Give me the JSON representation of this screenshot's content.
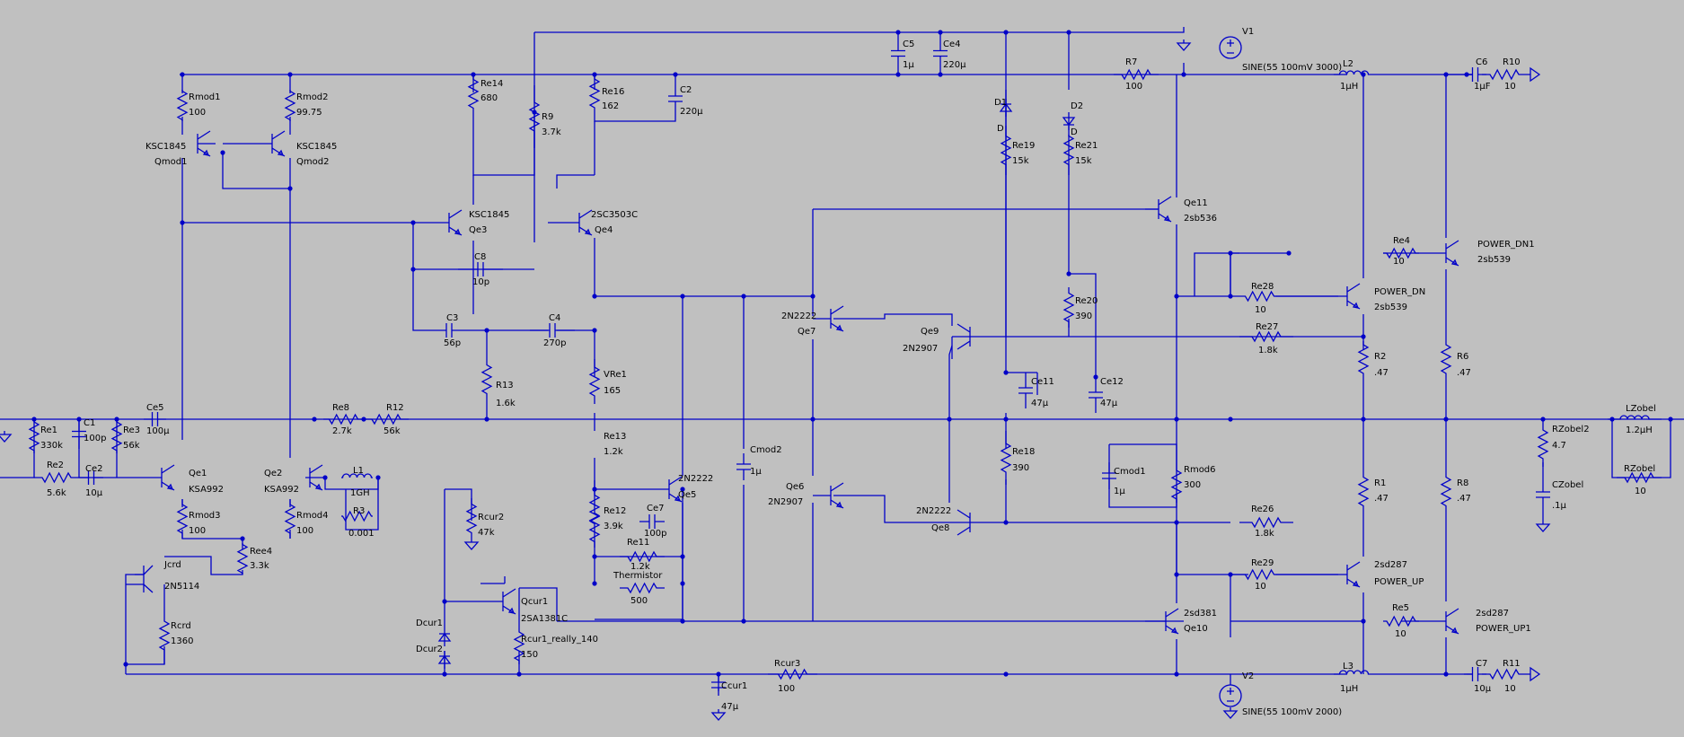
{
  "colors": {
    "background": "#c0c0c0",
    "wire": "#0000c8",
    "text": "#000000"
  },
  "labels": {
    "Rmod1": "Rmod1",
    "Rmod1_v": "100",
    "Rmod2": "Rmod2",
    "Rmod2_v": "99.75",
    "Qmod1_t": "KSC1845",
    "Qmod1": "Qmod1",
    "Qmod2_t": "KSC1845",
    "Qmod2": "Qmod2",
    "Re14": "Re14",
    "Re14_v": "680",
    "R9": "R9",
    "R9_v": "3.7k",
    "Re16": "Re16",
    "Re16_v": "162",
    "C2": "C2",
    "C2_v": "220μ",
    "Qe3_t": "KSC1845",
    "Qe3": "Qe3",
    "Qe4_t": "2SC3503C",
    "Qe4": "Qe4",
    "C8": "C8",
    "C8_v": "10p",
    "C3": "C3",
    "C3_v": "56p",
    "C4": "C4",
    "C4_v": "270p",
    "R13": "R13",
    "R13_v": "1.6k",
    "VRe1": "VRe1",
    "VRe1_v": "165",
    "C5": "C5",
    "C5_v": "1μ",
    "Ce4": "Ce4",
    "Ce4_v": "220μ",
    "D1": "D1",
    "D1_v": "D",
    "D2": "D2",
    "D2_v": "D",
    "Re19": "Re19",
    "Re19_v": "15k",
    "Re21": "Re21",
    "Re21_v": "15k",
    "V1": "V1",
    "V1_v": "SINE(55 100mV 3000)",
    "R7": "R7",
    "R7_v": "100",
    "L2": "L2",
    "L2_v": "1μH",
    "C6": "C6",
    "C6_v": "1μF",
    "R10": "R10",
    "R10_v": "10",
    "Qe11": "Qe11",
    "Qe11_t": "2sb536",
    "Re4": "Re4",
    "Re4_v": "10",
    "PDN1": "POWER_DN1",
    "PDN1_t": "2sb539",
    "Re28": "Re28",
    "Re28_v": "10",
    "PDN": "POWER_DN",
    "PDN_t": "2sb539",
    "Re20": "Re20",
    "Re20_v": "390",
    "Re27": "Re27",
    "Re27_v": "1.8k",
    "Qe7_t": "2N2222",
    "Qe7": "Qe7",
    "Qe9": "Qe9",
    "Qe9_t": "2N2907",
    "R2": "R2",
    "R2_v": ".47",
    "R6": "R6",
    "R6_v": ".47",
    "Ce11": "Ce11",
    "Ce11_v": "47μ",
    "Ce12": "Ce12",
    "Ce12_v": "47μ",
    "Re1": "Re1",
    "Re1_v": "330k",
    "C1": "C1",
    "C1_v": "100p",
    "Re3": "Re3",
    "Re3_v": "56k",
    "Ce5": "Ce5",
    "Ce5_v": "100μ",
    "Re8": "Re8",
    "Re8_v": "2.7k",
    "R12": "R12",
    "R12_v": "56k",
    "Re2": "Re2",
    "Re2_v": "5.6k",
    "Ce2": "Ce2",
    "Ce2_v": "10μ",
    "Qe1": "Qe1",
    "Qe1_t": "KSA992",
    "Qe2": "Qe2",
    "Qe2_t": "KSA992",
    "L1": "L1",
    "L1_v": "1GH",
    "R3": "R3",
    "R3_v": "0.001",
    "Rmod3": "Rmod3",
    "Rmod3_v": "100",
    "Rmod4": "Rmod4",
    "Rmod4_v": "100",
    "Ree4": "Ree4",
    "Ree4_v": "3.3k",
    "Jcrd": "Jcrd",
    "Jcrd_t": "2N5114",
    "Rcrd": "Rcrd",
    "Rcrd_v": "1360",
    "Re13": "Re13",
    "Re13_v": "1.2k",
    "Re12": "Re12",
    "Re12_v": "3.9k",
    "Qe5_t": "2N2222",
    "Qe5": "Qe5",
    "Ce7": "Ce7",
    "Ce7_v": "100p",
    "Re11": "Re11",
    "Re11_v": "1.2k",
    "Therm": "Thermistor",
    "Therm_v": "500",
    "Cmod2": "Cmod2",
    "Cmod2_v": "1μ",
    "Qe6": "Qe6",
    "Qe6_t": "2N2907",
    "Qe8_t": "2N2222",
    "Qe8": "Qe8",
    "Re18": "Re18",
    "Re18_v": "390",
    "Cmod1": "Cmod1",
    "Cmod1_v": "1μ",
    "Rmod6": "Rmod6",
    "Rmod6_v": "300",
    "Re26": "Re26",
    "Re26_v": "1.8k",
    "R1": "R1",
    "R1_v": ".47",
    "R8": "R8",
    "R8_v": ".47",
    "RZobel2": "RZobel2",
    "RZobel2_v": "4.7",
    "CZobel": "CZobel",
    "CZobel_v": ".1μ",
    "LZobel": "LZobel",
    "LZobel_v": "1.2μH",
    "RZobel": "RZobel",
    "RZobel_v": "10",
    "Rcur2": "Rcur2",
    "Rcur2_v": "47k",
    "Qcur1": "Qcur1",
    "Qcur1_t": "2SA1381C",
    "Rcur1": "Rcur1_really_140",
    "Rcur1_v": "150",
    "Dcur1": "Dcur1",
    "Dcur2": "Dcur2",
    "Re29": "Re29",
    "Re29_v": "10",
    "PUP": "2sd287",
    "PUP_t": "POWER_UP",
    "Qe10_t": "2sd381",
    "Qe10": "Qe10",
    "Re5": "Re5",
    "Re5_v": "10",
    "PUP1": "2sd287",
    "PUP1_t": "POWER_UP1",
    "Ccur1": "Ccur1",
    "Ccur1_v": "47μ",
    "Rcur3": "Rcur3",
    "Rcur3_v": "100",
    "V2": "V2",
    "V2_v": "SINE(55 100mV 2000)",
    "L3": "L3",
    "L3_v": "1μH",
    "C7": "C7",
    "C7_v": "10μ",
    "R11": "R11",
    "R11_v": "10"
  }
}
